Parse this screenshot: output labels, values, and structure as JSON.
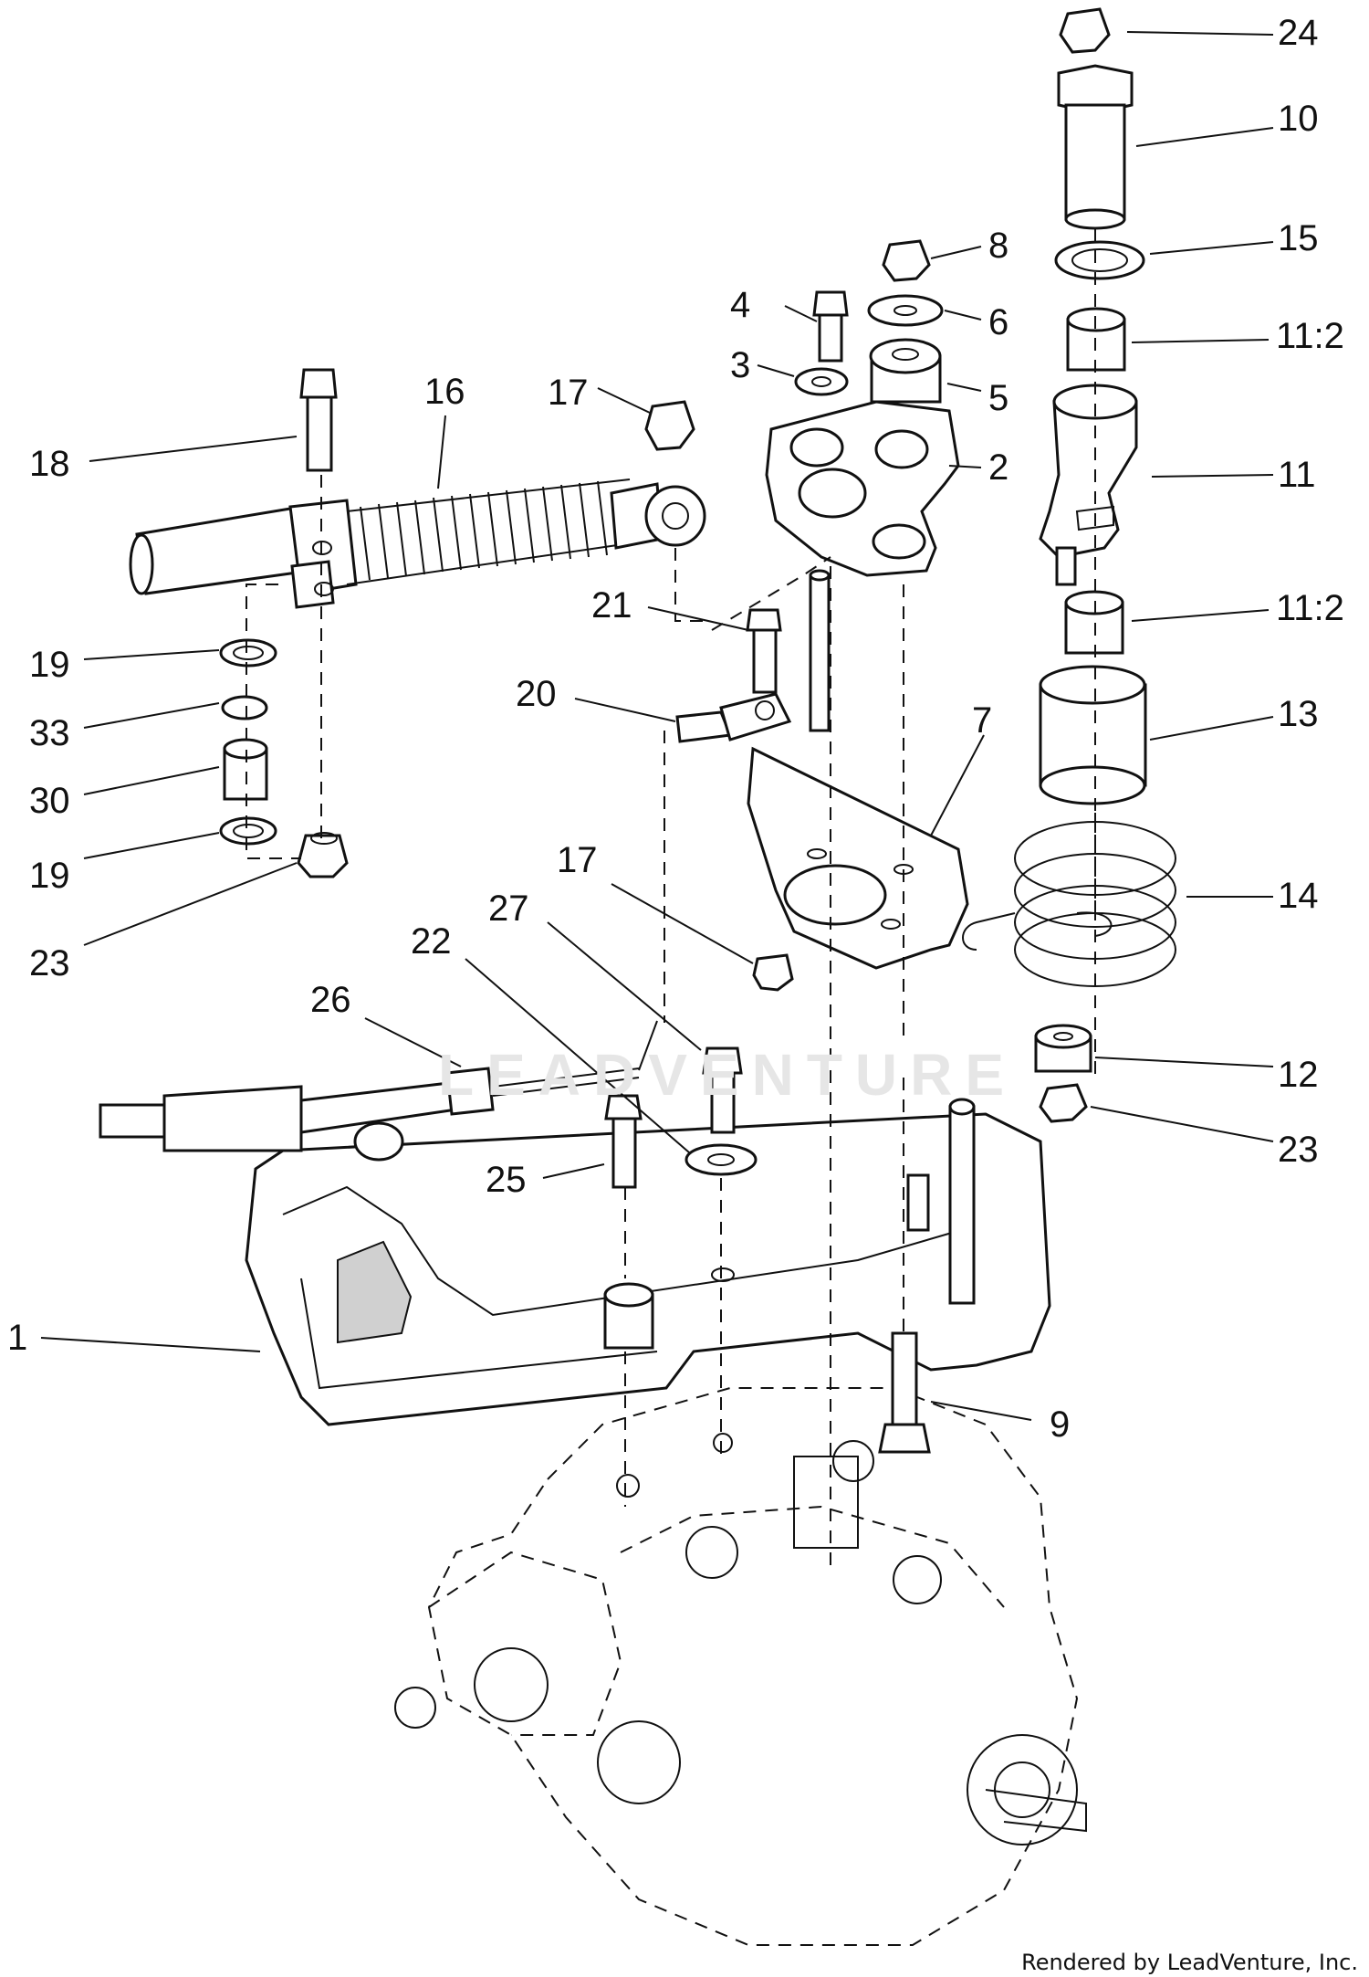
{
  "callouts": [
    {
      "label": "24"
    },
    {
      "label": "10"
    },
    {
      "label": "8"
    },
    {
      "label": "15"
    },
    {
      "label": "4"
    },
    {
      "label": "6"
    },
    {
      "label": "11:2"
    },
    {
      "label": "3"
    },
    {
      "label": "5"
    },
    {
      "label": "16"
    },
    {
      "label": "17"
    },
    {
      "label": "18"
    },
    {
      "label": "2"
    },
    {
      "label": "11"
    },
    {
      "label": "19"
    },
    {
      "label": "11:2"
    },
    {
      "label": "21"
    },
    {
      "label": "33"
    },
    {
      "label": "20"
    },
    {
      "label": "7"
    },
    {
      "label": "13"
    },
    {
      "label": "30"
    },
    {
      "label": "19"
    },
    {
      "label": "17"
    },
    {
      "label": "14"
    },
    {
      "label": "27"
    },
    {
      "label": "23"
    },
    {
      "label": "22"
    },
    {
      "label": "26"
    },
    {
      "label": "12"
    },
    {
      "label": "23"
    },
    {
      "label": "25"
    },
    {
      "label": "1"
    },
    {
      "label": "9"
    }
  ],
  "watermark": "LEADVENTURE",
  "credit": "Rendered by LeadVenture, Inc."
}
